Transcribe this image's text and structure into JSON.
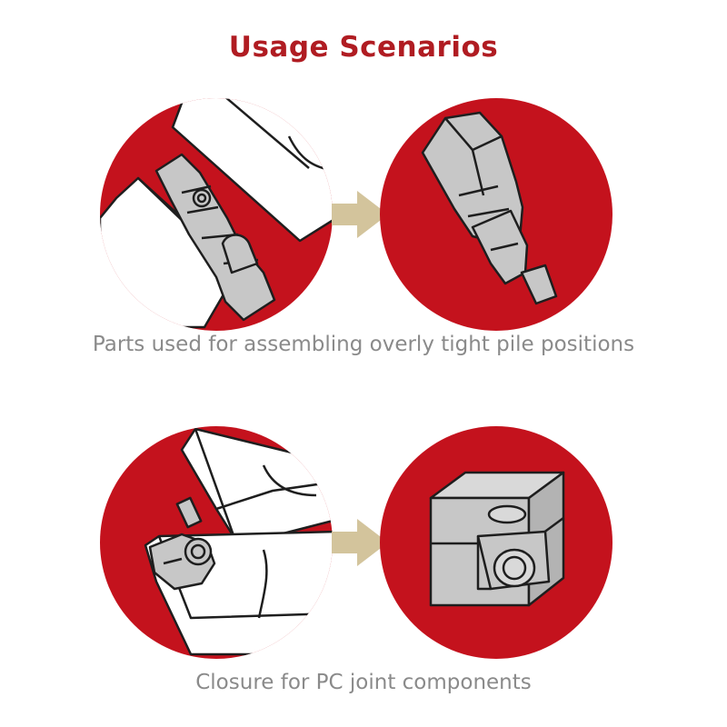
{
  "title": "Usage Scenarios",
  "scenarios": [
    {
      "caption": "Parts used for assembling overly tight pile positions"
    },
    {
      "caption": "Closure for PC joint components"
    }
  ],
  "colors": {
    "title": "#b01c22",
    "circle": "#c4121d",
    "arrow": "#d3c49c",
    "part": "#c7c7c7",
    "tool": "#ffffff",
    "outline": "#1e1e1e",
    "caption": "#8a8a8a"
  },
  "icons": [
    "arrow-right-icon"
  ]
}
